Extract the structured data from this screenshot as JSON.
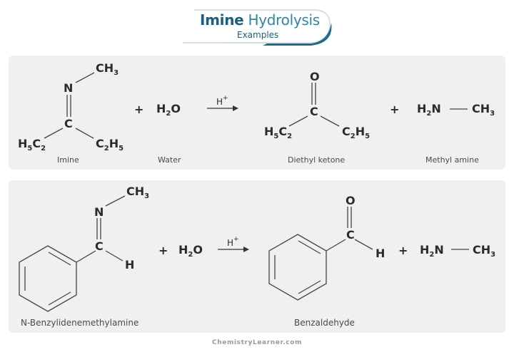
{
  "header": {
    "title_bold": "Imine",
    "title_light": "Hydrolysis",
    "subtitle": "Examples",
    "accent_color": "#1d5f80"
  },
  "reaction_1": {
    "reactant_1": {
      "name": "Imine",
      "atoms": {
        "n": "N",
        "c": "C",
        "ch3": "CH",
        "ch3_sub": "3",
        "left_h": "H",
        "left_h_sub": "5",
        "left_c": "C",
        "left_c_sub": "2",
        "right_c": "C",
        "right_c_sub": "2",
        "right_h": "H",
        "right_h_sub": "5"
      }
    },
    "plus_1": "+",
    "reactant_2": {
      "name": "Water",
      "h": "H",
      "h_sub": "2",
      "o": "O"
    },
    "catalyst": {
      "h": "H",
      "sup": "+"
    },
    "product_1": {
      "name": "Diethyl ketone",
      "atoms": {
        "o": "O",
        "c": "C",
        "left_h": "H",
        "left_h_sub": "5",
        "left_c": "C",
        "left_c_sub": "2",
        "right_c": "C",
        "right_c_sub": "2",
        "right_h": "H",
        "right_h_sub": "5"
      }
    },
    "plus_2": "+",
    "product_2": {
      "name": "Methyl amine",
      "h": "H",
      "h_sub": "2",
      "n": "N",
      "ch": "CH",
      "ch_sub": "3"
    }
  },
  "reaction_2": {
    "reactant_1": {
      "name": "N-Benzylidenemethylamine",
      "atoms": {
        "n": "N",
        "c": "C",
        "h": "H",
        "ch": "CH",
        "ch_sub": "3"
      }
    },
    "plus_1": "+",
    "reactant_2": {
      "h": "H",
      "h_sub": "2",
      "o": "O"
    },
    "catalyst": {
      "h": "H",
      "sup": "+"
    },
    "product_1": {
      "name": "Benzaldehyde",
      "atoms": {
        "o": "O",
        "c": "C",
        "h": "H"
      }
    },
    "plus_2": "+",
    "product_2": {
      "h": "H",
      "h_sub": "2",
      "n": "N",
      "ch": "CH",
      "ch_sub": "3"
    }
  },
  "footer": {
    "source": "ChemistryLearner.com"
  }
}
